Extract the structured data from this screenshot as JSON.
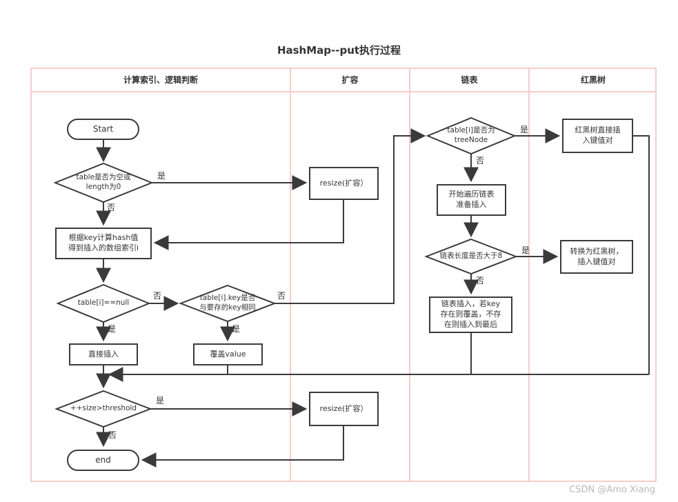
{
  "title": "HashMap--put执行过程",
  "watermark": "CSDN @Amo Xiang",
  "lanes": [
    {
      "label": "计算索引、逻辑判断"
    },
    {
      "label": "扩容"
    },
    {
      "label": "链表"
    },
    {
      "label": "红黑树"
    }
  ],
  "colors": {
    "lane_border": "#f8cbcb",
    "shape_stroke": "#3a3a3a",
    "text": "#333333",
    "watermark": "#b9b9b9"
  },
  "diagram": {
    "nodes": [
      {
        "id": "start",
        "type": "terminator",
        "label": "Start"
      },
      {
        "id": "check-empty",
        "type": "decision",
        "label": "table是否为空或\nlength为0"
      },
      {
        "id": "compute-hash",
        "type": "process",
        "label": "根据key计算hash值\n得到插入的数组索引i"
      },
      {
        "id": "check-null",
        "type": "decision",
        "label": "table[i]==null"
      },
      {
        "id": "direct-insert",
        "type": "process",
        "label": "直接插入"
      },
      {
        "id": "check-same-key",
        "type": "decision",
        "label": "table[i].key是否\n与要存的key相同"
      },
      {
        "id": "overwrite-value",
        "type": "process",
        "label": "覆盖value"
      },
      {
        "id": "check-threshold",
        "type": "decision",
        "label": "++size>threshold"
      },
      {
        "id": "end",
        "type": "terminator",
        "label": "end"
      },
      {
        "id": "resize-top",
        "type": "process",
        "label": "resize(扩容）"
      },
      {
        "id": "resize-bottom",
        "type": "process",
        "label": "resize(扩容）"
      },
      {
        "id": "check-treenode",
        "type": "decision",
        "label": "table[i]是否为\ntreeNode"
      },
      {
        "id": "traverse-list",
        "type": "process",
        "label": "开始遍历链表\n准备插入"
      },
      {
        "id": "check-list-len",
        "type": "decision",
        "label": "链表长度是否大于8"
      },
      {
        "id": "list-insert",
        "type": "process",
        "label": "链表插入，若key\n存在则覆盖，不存\n在则插入到最后"
      },
      {
        "id": "rbtree-insert",
        "type": "process",
        "label": "红黑树直接插\n入键值对"
      },
      {
        "id": "convert-rbtree",
        "type": "process",
        "label": "转换为红黑树，\n插入键值对"
      }
    ],
    "edge_labels": [
      {
        "text": "是"
      },
      {
        "text": "否"
      },
      {
        "text": "否"
      },
      {
        "text": "是"
      },
      {
        "text": "否"
      },
      {
        "text": "是"
      },
      {
        "text": "否"
      },
      {
        "text": "是"
      },
      {
        "text": "是"
      },
      {
        "text": "否"
      },
      {
        "text": "是"
      },
      {
        "text": "否"
      }
    ]
  }
}
